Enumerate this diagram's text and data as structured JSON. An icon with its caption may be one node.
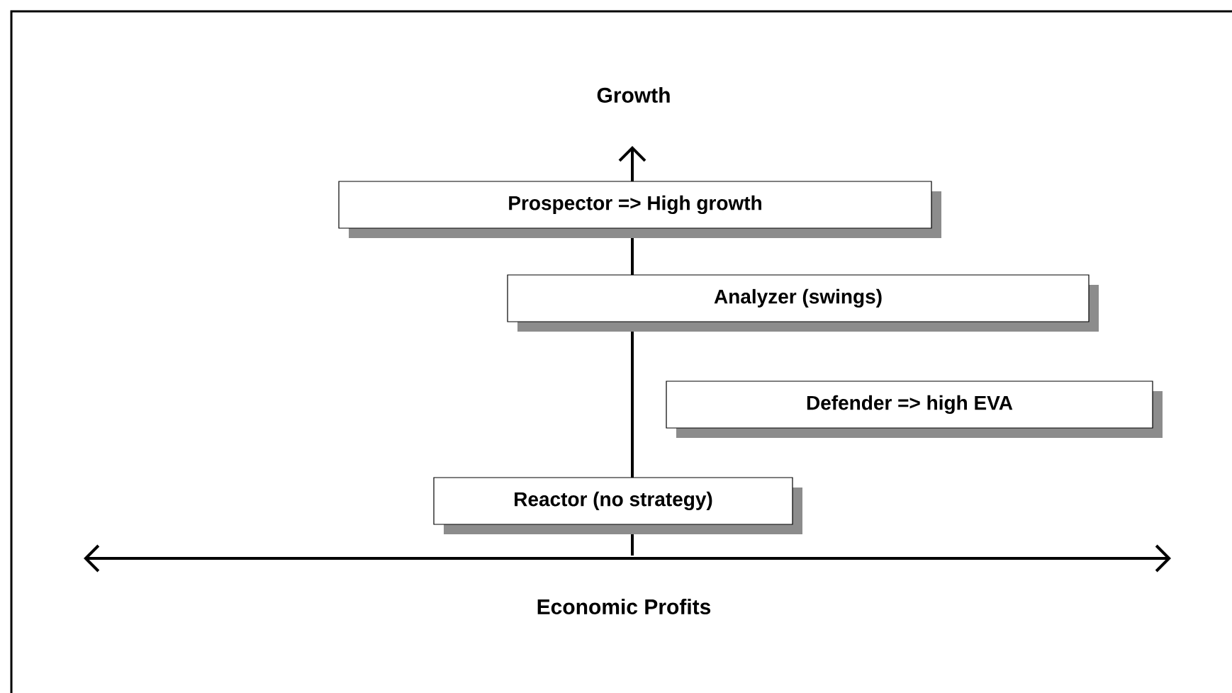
{
  "diagram": {
    "nodes": [
      {
        "text": [
          "Prospector => High growth"
        ]
      },
      {
        "text": [
          "Analyzer (swings)"
        ]
      },
      {
        "text": [
          "Defender => high EVA"
        ]
      },
      {
        "text": [
          "Reactor (no strategy)"
        ]
      }
    ],
    "labels": [
      "Growth",
      "Economic Profits"
    ]
  }
}
